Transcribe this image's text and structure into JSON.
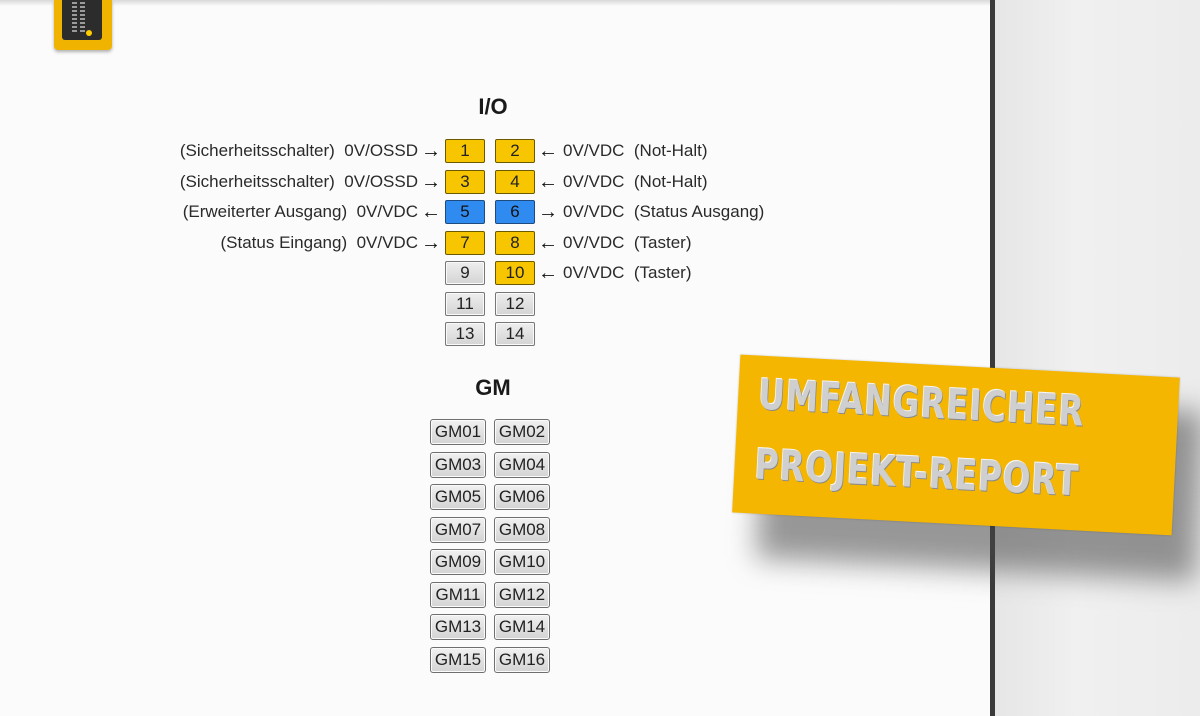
{
  "io": {
    "title": "I/O",
    "rows": [
      {
        "left_label": "(Sicherheitsschalter)",
        "left_signal": "0V/OSSD",
        "left_arrow": "→",
        "left_pin": "1",
        "left_color": "yellow",
        "right_pin": "2",
        "right_color": "yellow",
        "right_arrow": "←",
        "right_signal": "0V/VDC",
        "right_label": "(Not-Halt)"
      },
      {
        "left_label": "(Sicherheitsschalter)",
        "left_signal": "0V/OSSD",
        "left_arrow": "→",
        "left_pin": "3",
        "left_color": "yellow",
        "right_pin": "4",
        "right_color": "yellow",
        "right_arrow": "←",
        "right_signal": "0V/VDC",
        "right_label": "(Not-Halt)"
      },
      {
        "left_label": "(Erweiterter Ausgang)",
        "left_signal": "0V/VDC",
        "left_arrow": "←",
        "left_pin": "5",
        "left_color": "blue",
        "right_pin": "6",
        "right_color": "blue",
        "right_arrow": "→",
        "right_signal": "0V/VDC",
        "right_label": "(Status Ausgang)"
      },
      {
        "left_label": "(Status Eingang)",
        "left_signal": "0V/VDC",
        "left_arrow": "→",
        "left_pin": "7",
        "left_color": "yellow",
        "right_pin": "8",
        "right_color": "yellow",
        "right_arrow": "←",
        "right_signal": "0V/VDC",
        "right_label": "(Taster)"
      },
      {
        "left_label": "",
        "left_signal": "",
        "left_arrow": "",
        "left_pin": "9",
        "left_color": "grey",
        "right_pin": "10",
        "right_color": "yellow",
        "right_arrow": "←",
        "right_signal": "0V/VDC",
        "right_label": "(Taster)"
      },
      {
        "left_label": "",
        "left_signal": "",
        "left_arrow": "",
        "left_pin": "11",
        "left_color": "grey",
        "right_pin": "12",
        "right_color": "grey",
        "right_arrow": "",
        "right_signal": "",
        "right_label": ""
      },
      {
        "left_label": "",
        "left_signal": "",
        "left_arrow": "",
        "left_pin": "13",
        "left_color": "grey",
        "right_pin": "14",
        "right_color": "grey",
        "right_arrow": "",
        "right_signal": "",
        "right_label": ""
      }
    ]
  },
  "gm": {
    "title": "GM",
    "buttons": [
      "GM01",
      "GM02",
      "GM03",
      "GM04",
      "GM05",
      "GM06",
      "GM07",
      "GM08",
      "GM09",
      "GM10",
      "GM11",
      "GM12",
      "GM13",
      "GM14",
      "GM15",
      "GM16"
    ]
  },
  "banner": {
    "line1": "UMFANGREICHER",
    "line2": "PROJEKT-REPORT"
  },
  "colors": {
    "yellow": "#f7c600",
    "blue": "#2f8bf0",
    "banner": "#f4b600"
  }
}
